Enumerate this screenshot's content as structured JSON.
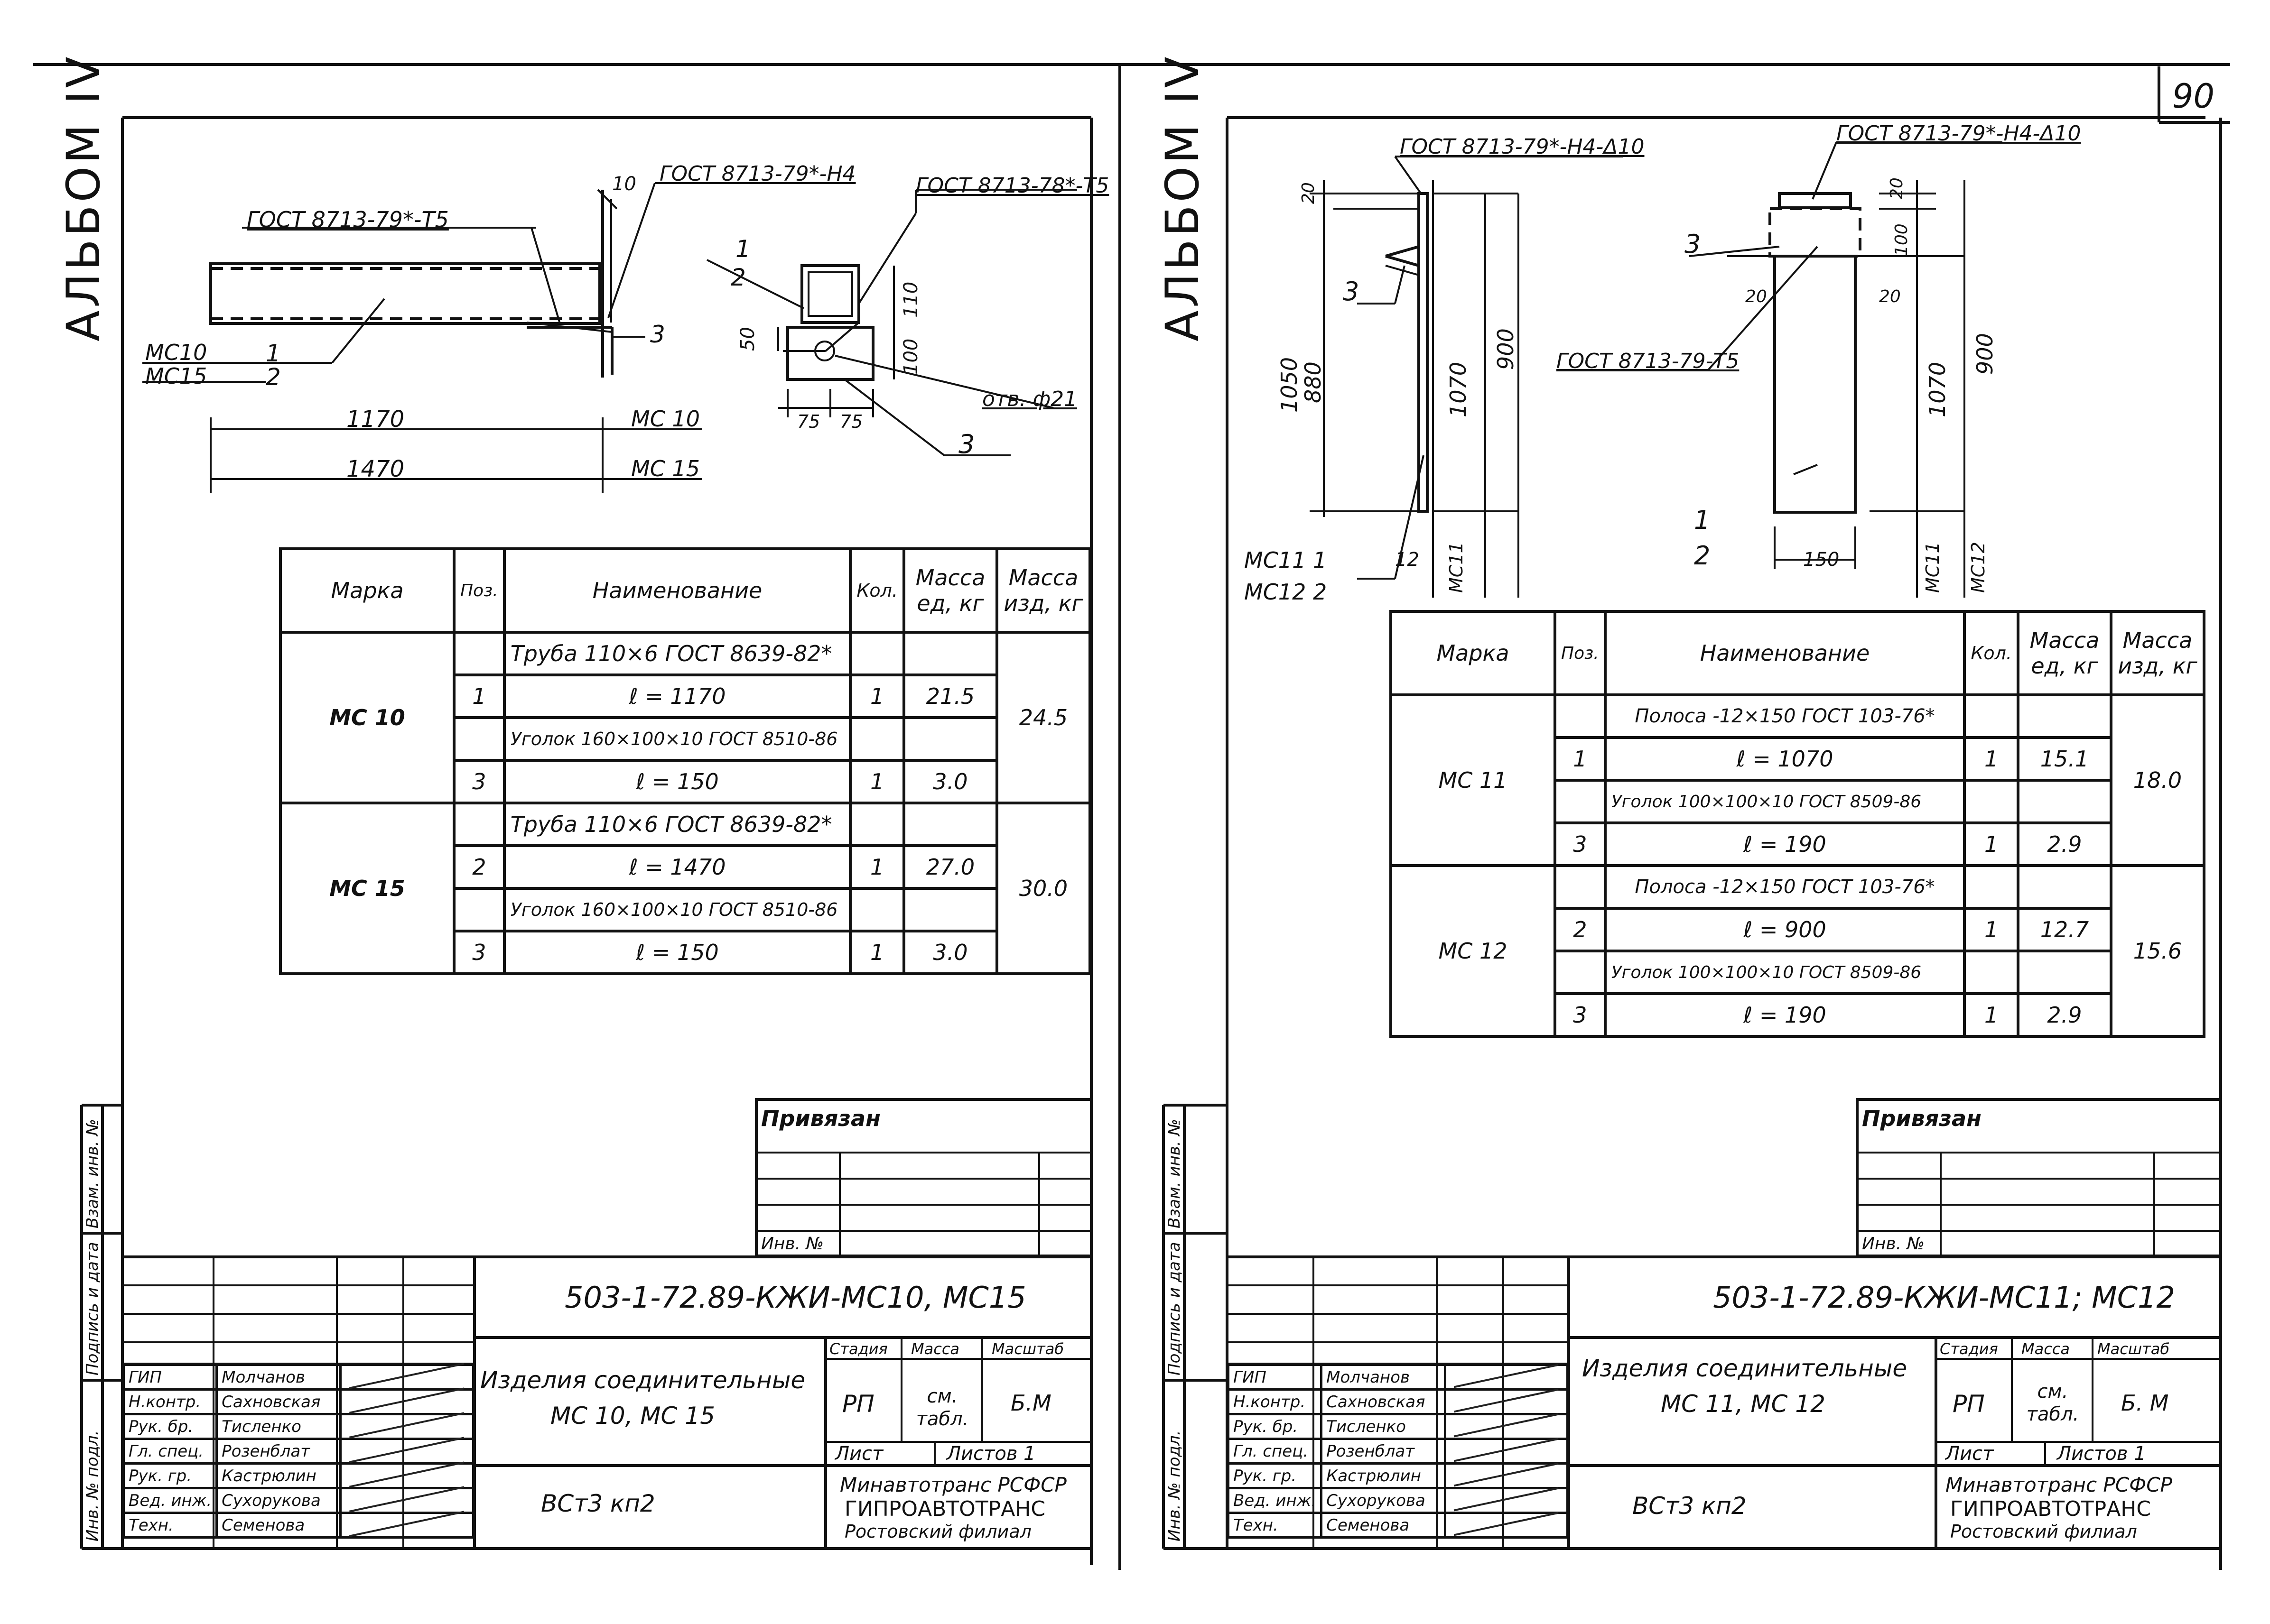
{
  "page_number": "90",
  "left": {
    "album": "АЛЬБОМ IV",
    "drawing": {
      "std_t5": "ГОСТ 8713-79*-Т5",
      "std_h4": "ГОСТ 8713-79*-Н4",
      "std_t5_b": "ГОСТ 8713-78*-Т5",
      "dim_10": "10",
      "mark_mc10": "МС10",
      "mark_mc15": "МС15",
      "pos1": "1",
      "pos2": "2",
      "pos3": "3",
      "len_1170": "1170",
      "len_1470": "1470",
      "dim_mc10": "МС 10",
      "dim_mc15": "МС 15",
      "sec_pos1": "1",
      "sec_pos2": "2",
      "sec_pos3": "3",
      "dim_110": "110",
      "dim_100": "100",
      "dim_50": "50",
      "dim_75a": "75",
      "dim_75b": "75",
      "hole": "отв. ф21"
    },
    "spec": {
      "headers": [
        "Марка",
        "Поз.",
        "Наименование",
        "Кол.",
        "Масса ед, кг",
        "Масса изд, кг"
      ],
      "rows": [
        {
          "mark": "МС 10",
          "item1": "Труба 110×6 ГОСТ 8639-82*",
          "pos1": "1",
          "len1": "ℓ = 1170",
          "qty1": "1",
          "m1": "21.5",
          "item2": "Уголок 160×100×10 ГОСТ 8510-86",
          "pos2": "3",
          "len2": "ℓ = 150",
          "qty2": "1",
          "m2": "3.0",
          "total": "24.5"
        },
        {
          "mark": "МС 15",
          "item1": "Труба 110×6 ГОСТ 8639-82*",
          "pos1": "2",
          "len1": "ℓ = 1470",
          "qty1": "1",
          "m1": "27.0",
          "item2": "Уголок 160×100×10 ГОСТ 8510-86",
          "pos2": "3",
          "len2": "ℓ = 150",
          "qty2": "1",
          "m2": "3.0",
          "total": "30.0"
        }
      ]
    },
    "privyazan": "Привязан",
    "inv_no": "Инв. №",
    "side_labels": [
      "Инв. № подл.",
      "Подпись и дата",
      "Взам. инв. №"
    ],
    "code": "503-1-72.89-КЖИ-МС10, МС15",
    "title": "Изделия соединительные",
    "title2": "МС 10, МС 15",
    "material": "ВСт3 кп2",
    "stage_head": "Стадия",
    "mass_head": "Масса",
    "scale_head": "Масштаб",
    "stage": "РП",
    "mass": "см. табл.",
    "scale": "Б.М",
    "sheet": "Лист",
    "sheets": "Листов 1",
    "org1": "Минавтотранс РСФСР",
    "org2": "ГИПРОАВТОТРАНС",
    "org3": "Ростовский филиал",
    "people": [
      {
        "role": "ГИП",
        "name": "Молчанов"
      },
      {
        "role": "Н.контр.",
        "name": "Сахновская"
      },
      {
        "role": "Рук. бр.",
        "name": "Тисленко"
      },
      {
        "role": "Гл. спец.",
        "name": "Розенблат"
      },
      {
        "role": "Рук. гр.",
        "name": "Кастрюлин"
      },
      {
        "role": "Вед. инж.",
        "name": "Сухорукова"
      },
      {
        "role": "Техн.",
        "name": "Семенова"
      }
    ]
  },
  "right": {
    "album": "АЛЬБОМ IV",
    "drawing": {
      "std_h4_a": "ГОСТ 8713-79*-Н4-Δ10",
      "std_h4_b": "ГОСТ 8713-79*-Н4-Δ10",
      "std_t5": "ГОСТ 8713-79-Т5",
      "d20a": "20",
      "d20b": "20",
      "d20c": "20",
      "d20d": "20",
      "d100": "100",
      "d1050": "1050",
      "d880": "880",
      "d1070a": "1070",
      "d900a": "900",
      "d1070b": "1070",
      "d900b": "900",
      "d12": "12",
      "d150": "150",
      "mc11a": "МС11",
      "mc11b": "МС11",
      "mc12": "МС12",
      "mark_mc11": "МС11  1",
      "mark_mc12": "МС12  2",
      "p3a": "3",
      "p3b": "3",
      "p1": "1",
      "p2": "2"
    },
    "spec": {
      "headers": [
        "Марка",
        "Поз.",
        "Наименование",
        "Кол.",
        "Масса ед, кг",
        "Масса изд, кг"
      ],
      "rows": [
        {
          "mark": "МС 11",
          "item1": "Полоса -12×150 ГОСТ 103-76*",
          "pos1": "1",
          "len1": "ℓ = 1070",
          "qty1": "1",
          "m1": "15.1",
          "item2": "Уголок 100×100×10 ГОСТ 8509-86",
          "pos2": "3",
          "len2": "ℓ = 190",
          "qty2": "1",
          "m2": "2.9",
          "total": "18.0"
        },
        {
          "mark": "МС 12",
          "item1": "Полоса -12×150 ГОСТ 103-76*",
          "pos1": "2",
          "len1": "ℓ = 900",
          "qty1": "1",
          "m1": "12.7",
          "item2": "Уголок 100×100×10 ГОСТ 8509-86",
          "pos2": "3",
          "len2": "ℓ = 190",
          "qty2": "1",
          "m2": "2.9",
          "total": "15.6"
        }
      ]
    },
    "privyazan": "Привязан",
    "inv_no": "Инв. №",
    "side_labels": [
      "Инв. № подл.",
      "Подпись и дата",
      "Взам. инв. №"
    ],
    "code": "503-1-72.89-КЖИ-МС11; МС12",
    "title": "Изделия соединительные",
    "title2": "МС 11, МС 12",
    "material": "ВСт3 кп2",
    "stage_head": "Стадия",
    "mass_head": "Масса",
    "scale_head": "Масштаб",
    "stage": "РП",
    "mass": "см. табл.",
    "scale": "Б. М",
    "sheet": "Лист",
    "sheets": "Листов 1",
    "org1": "Минавтотранс РСФСР",
    "org2": "ГИПРОАВТОТРАНС",
    "org3": "Ростовский филиал",
    "people": [
      {
        "role": "ГИП",
        "name": "Молчанов"
      },
      {
        "role": "Н.контр.",
        "name": "Сахновская"
      },
      {
        "role": "Рук. бр.",
        "name": "Тисленко"
      },
      {
        "role": "Гл. спец.",
        "name": "Розенблат"
      },
      {
        "role": "Рук. гр.",
        "name": "Кастрюлин"
      },
      {
        "role": "Вед. инж.",
        "name": "Сухорукова"
      },
      {
        "role": "Техн.",
        "name": "Семенова"
      }
    ]
  }
}
